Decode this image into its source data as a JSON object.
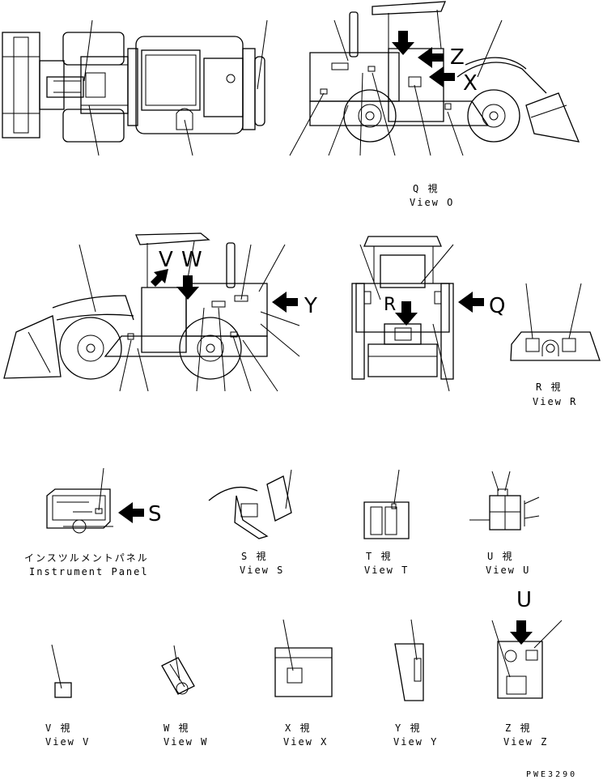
{
  "views": {
    "q": {
      "jp": "Q 視",
      "en": "View O"
    },
    "r": {
      "jp": "R 視",
      "en": "View R"
    },
    "s": {
      "jp": "S 視",
      "en": "View S"
    },
    "t": {
      "jp": "T 視",
      "en": "View T"
    },
    "u": {
      "jp": "U 視",
      "en": "View U"
    },
    "v": {
      "jp": "V 視",
      "en": "View V"
    },
    "w": {
      "jp": "W 視",
      "en": "View W"
    },
    "x": {
      "jp": "X 視",
      "en": "View X"
    },
    "y": {
      "jp": "Y 視",
      "en": "View Y"
    },
    "z": {
      "jp": "Z 視",
      "en": "View Z"
    }
  },
  "instrument_panel": {
    "jp": "インスツルメントパネル",
    "en": "Instrument Panel"
  },
  "arrow_letters": {
    "z": "Z",
    "x": "X",
    "v": "V",
    "w": "W",
    "y": "Y",
    "r": "R",
    "q": "Q",
    "s": "S",
    "u": "U"
  },
  "drawing_code": "PWE3290"
}
